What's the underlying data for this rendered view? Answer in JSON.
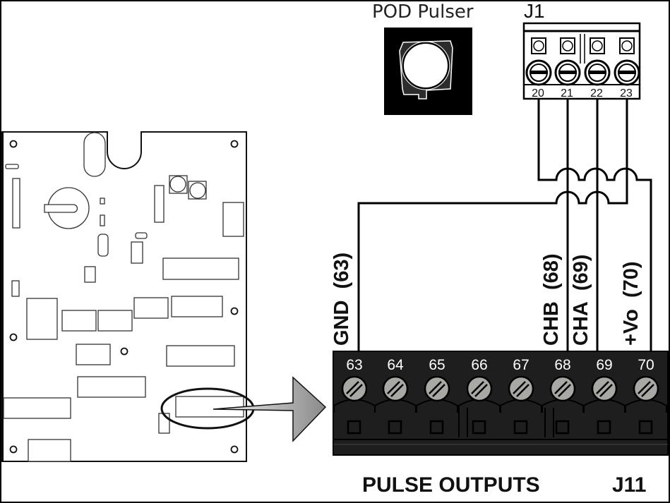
{
  "pod_pulser": {
    "title": "POD Pulser",
    "icon": "pod-pulser-icon"
  },
  "j1": {
    "label": "J1",
    "terminals": [
      "20",
      "21",
      "22",
      "23"
    ]
  },
  "j11": {
    "label": "J11",
    "title": "PULSE OUTPUTS",
    "terminals": [
      "63",
      "64",
      "65",
      "66",
      "67",
      "68",
      "69",
      "70"
    ]
  },
  "signals": [
    {
      "name": "GND",
      "terminal": "(63)",
      "text": "GND  (63)"
    },
    {
      "name": "CHB",
      "terminal": "(68)",
      "text": "CHB  (68)"
    },
    {
      "name": "CHA",
      "terminal": "(69)",
      "text": "CHA  (69)"
    },
    {
      "name": "+Vo",
      "terminal": "(70)",
      "text": "+Vo  (70)"
    }
  ],
  "wiring": [
    {
      "from": "J1-20",
      "to": "J11-70"
    },
    {
      "from": "J1-21",
      "to": "J11-68"
    },
    {
      "from": "J1-22",
      "to": "J11-69"
    },
    {
      "from": "J1-23",
      "to": "J11-63"
    }
  ],
  "colors": {
    "connector": "#1e1e1e",
    "screw": "#a8a8a4",
    "arrow_light": "#e6e6e6",
    "arrow_dark": "#8a8a8a"
  }
}
